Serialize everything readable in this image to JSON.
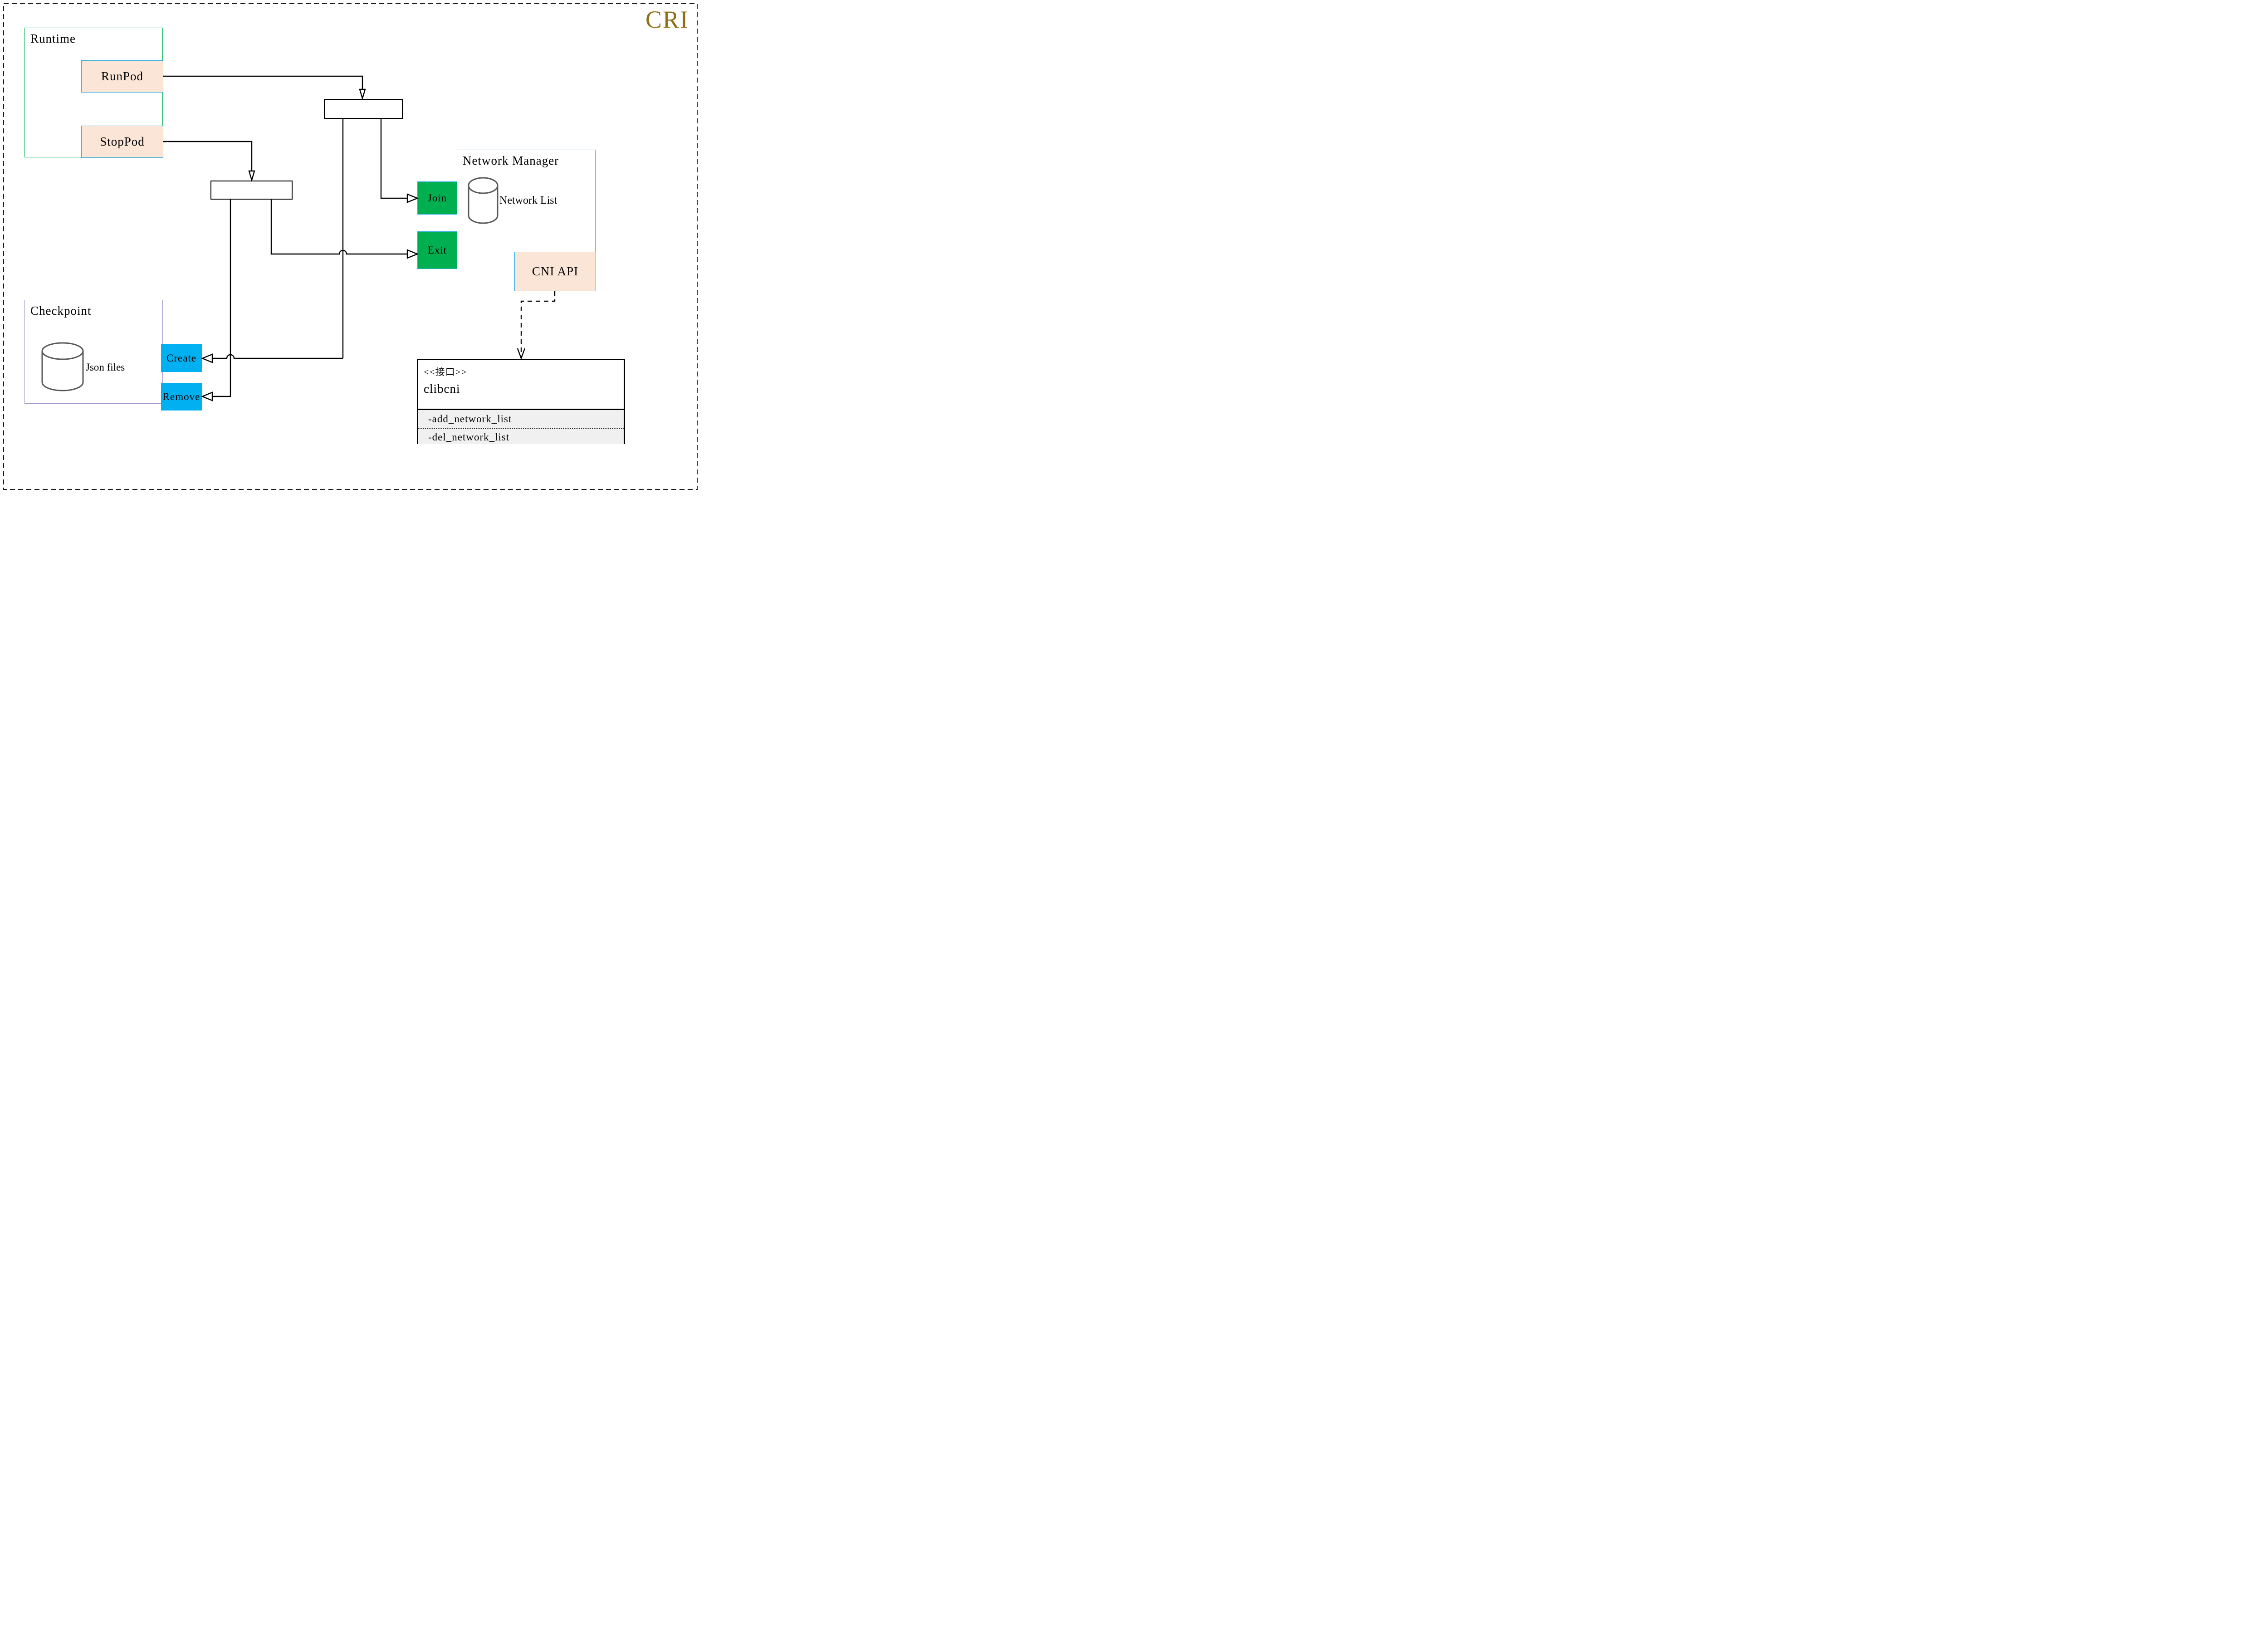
{
  "badge": {
    "text": "CRI",
    "color": "#8E6F16"
  },
  "runtime": {
    "title": "Runtime",
    "runpod_label": "RunPod",
    "stoppod_label": "StopPod"
  },
  "network_manager": {
    "title": "Network Manager",
    "network_list_label": "Network List",
    "cni_api_label": "CNI API",
    "join_label": "Join",
    "exit_label": "Exit"
  },
  "checkpoint": {
    "title": "Checkpoint",
    "json_files_label": "Json files",
    "create_label": "Create",
    "remove_label": "Remove"
  },
  "interface_box": {
    "stereotype": "<<接口>>",
    "name": "clibcni",
    "methods": [
      "-add_network_list",
      "-del_network_list"
    ]
  },
  "icons": {
    "network_list_icon": "database-cylinder",
    "json_files_icon": "database-cylinder"
  },
  "edges": [
    {
      "from": "RunPod",
      "to": "fork-bar-1",
      "style": "solid-open-arrow"
    },
    {
      "from": "StopPod",
      "to": "fork-bar-2",
      "style": "solid-open-arrow"
    },
    {
      "from": "fork-bar-1",
      "to": "Join",
      "style": "solid-open-arrow"
    },
    {
      "from": "fork-bar-1",
      "to": "Create",
      "style": "solid-open-arrow"
    },
    {
      "from": "fork-bar-2",
      "to": "Exit",
      "style": "solid-open-arrow"
    },
    {
      "from": "fork-bar-2",
      "to": "Remove",
      "style": "solid-open-arrow"
    },
    {
      "from": "CNI API",
      "to": "clibcni",
      "style": "dashed-open-arrow"
    }
  ],
  "colors": {
    "green_fill": "#00B050",
    "blue_fill": "#00B0F0",
    "peach_fill": "#FBE5D6",
    "cyan_border": "#29ABE2",
    "runtime_border": "#00B050",
    "checkpoint_border": "#A392C8",
    "network_manager_border": "#41A0DC",
    "cylinder_stroke": "#595959",
    "attrs_section_fill": "#F0F0F0",
    "badge_color": "#8E6F16"
  }
}
